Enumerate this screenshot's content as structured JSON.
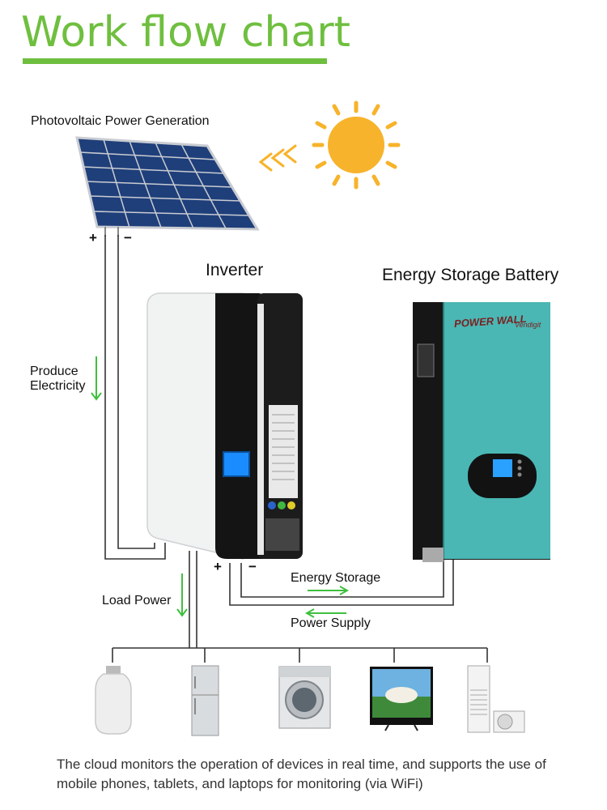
{
  "title": "Work flow chart",
  "labels": {
    "pv": "Photovoltaic Power Generation",
    "inverter": "Inverter",
    "battery": "Energy Storage Battery",
    "produce": "Produce\nElectricity",
    "load": "Load Power",
    "storage": "Energy Storage",
    "supply": "Power Supply",
    "plus": "+",
    "minus": "−"
  },
  "battery_brand": "POWER WALL",
  "battery_logo": "Vendigit",
  "note": "The cloud monitors the operation of devices in real time, and supports the use of mobile phones, tablets, and laptops for monitoring (via WiFi)",
  "appliances": [
    "led-bulb",
    "refrigerator",
    "washing-machine",
    "television",
    "air-conditioner"
  ],
  "colors": {
    "accent": "#6fbf3f",
    "sun": "#f7b32b",
    "battery": "#4ab7b4",
    "panel": "#1f3f7a",
    "arrow": "#3fbf3f"
  }
}
